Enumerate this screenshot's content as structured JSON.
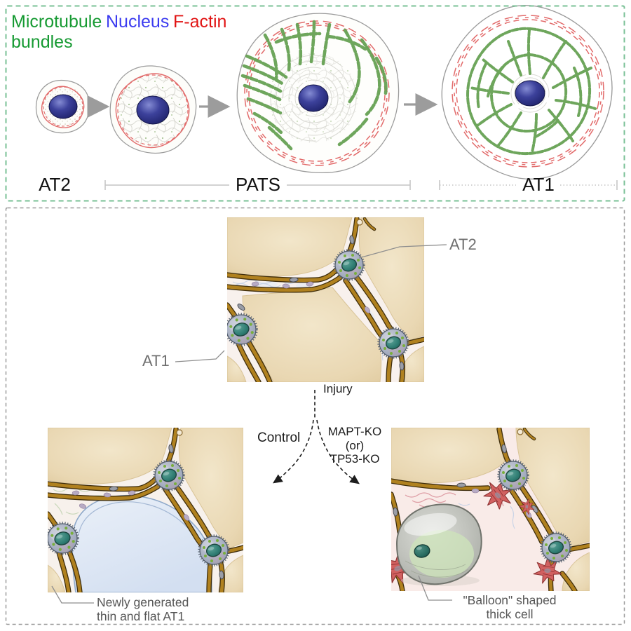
{
  "legend": {
    "microtubule_line1": "Microtubule",
    "microtubule_line2": "bundles",
    "nucleus": "Nucleus",
    "factin": "F-actin"
  },
  "stages": {
    "at2": "AT2",
    "pats": "PATS",
    "at1": "AT1"
  },
  "callouts": {
    "at2": "AT2",
    "at1": "AT1"
  },
  "flow": {
    "injury": "Injury",
    "control": "Control",
    "ko_line1": "MAPT-KO",
    "ko_line2": "(or)",
    "ko_line3": "TP53-KO"
  },
  "results": {
    "control_line1": "Newly generated",
    "control_line2": "thin and flat AT1",
    "ko_line1": "\"Balloon\" shaped",
    "ko_line2": "thick cell"
  },
  "colors": {
    "legend_green": "#169a32",
    "legend_blue": "#3c3cf0",
    "legend_red": "#e11414",
    "panel_top_border": "#79c096",
    "panel_bottom_border": "#9a9a9a",
    "microtubule": "#67a254",
    "factin": "#e26a6a",
    "nucleus_navy": "#23266f",
    "granule": "#79ae3d",
    "wall_brown": "#b0811f",
    "alveolus_beige": "#e8d6b0",
    "interstitium": "#c5d2e6",
    "at2_nucleus_teal": "#2f7d73",
    "flat_at1_blue": "#dfe8f5",
    "balloon_gray": "#bcbeb8",
    "fibrosis_red": "#d16060",
    "label_gray": "#6f6f6f",
    "arrow_gray": "#9c9c9c",
    "text_black": "#1b1b1b"
  }
}
